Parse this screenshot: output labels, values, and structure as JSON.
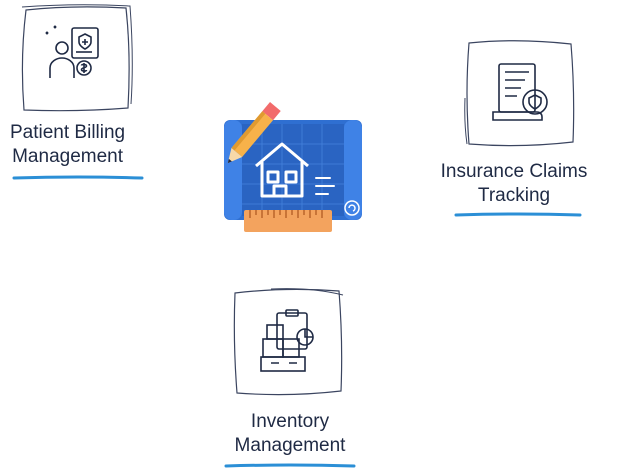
{
  "nodes": [
    {
      "id": "patient-billing",
      "line1": "Patient Billing",
      "line2": "Management",
      "icon": "billing-icon"
    },
    {
      "id": "insurance-claims",
      "line1": "Insurance Claims",
      "line2": "Tracking",
      "icon": "insurance-shield-icon"
    },
    {
      "id": "inventory",
      "line1": "Inventory",
      "line2": "Management",
      "icon": "inventory-boxes-icon"
    }
  ],
  "center": {
    "icon": "blueprint-house-icon"
  },
  "colors": {
    "accent": "#2b8fd6",
    "ink": "#1f2a44",
    "blueprint": "#2f6fd1",
    "ruler": "#f3a35e",
    "pencil": "#f26b6b"
  }
}
